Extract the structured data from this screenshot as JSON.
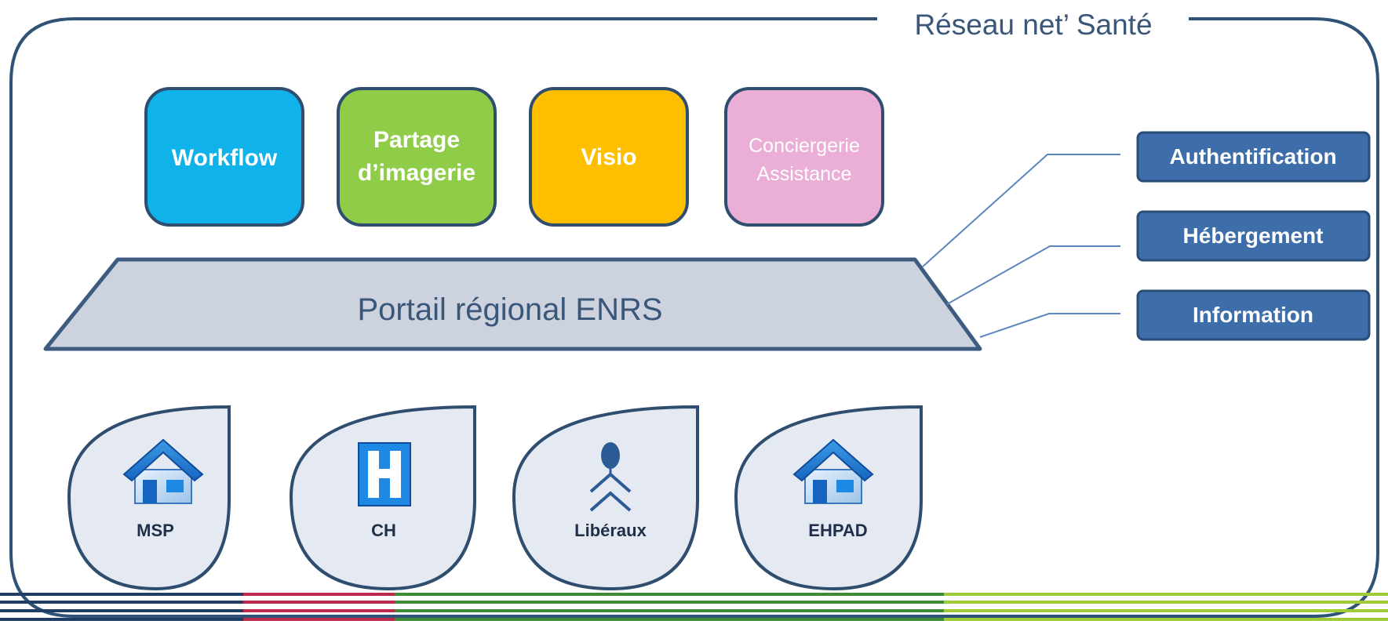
{
  "frame": {
    "title": "Réseau net’ Santé"
  },
  "services": [
    {
      "lines": [
        "Workflow"
      ],
      "color": "#10b2ea"
    },
    {
      "lines": [
        "Partage",
        "d’imagerie"
      ],
      "color": "#8fcd48"
    },
    {
      "lines": [
        "Visio"
      ],
      "color": "#fdbf00"
    },
    {
      "lines": [
        "Conciergerie",
        "Assistance"
      ],
      "color": "#ebaed6"
    }
  ],
  "portal": {
    "label": "Portail régional ENRS"
  },
  "side_boxes": [
    {
      "label": "Authentification"
    },
    {
      "label": "Hébergement"
    },
    {
      "label": "Information"
    }
  ],
  "actors": [
    {
      "label": "MSP",
      "icon": "house-icon"
    },
    {
      "label": "CH",
      "icon": "hospital-icon"
    },
    {
      "label": "Libéraux",
      "icon": "person-icon"
    },
    {
      "label": "EHPAD",
      "icon": "house-icon"
    }
  ],
  "colors": {
    "frame_stroke": "#2f5277",
    "box_fill": "#3e6ea9",
    "portal_fill": "#cdd3de",
    "actor_fill": "#e5e9f2",
    "stripe_navy": "#1f3e63",
    "stripe_red": "#bb2a4d",
    "stripe_green": "#3f8a34",
    "stripe_lime": "#9fcc36"
  }
}
